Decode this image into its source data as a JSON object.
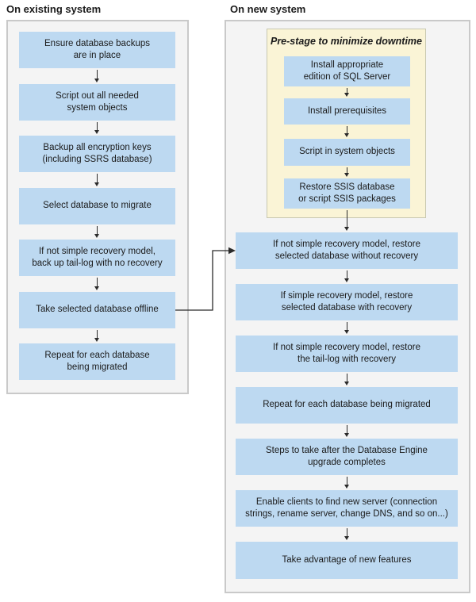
{
  "left": {
    "title": "On existing system",
    "boxes": [
      "Ensure database backups\nare in place",
      "Script out all needed\nsystem objects",
      "Backup all encryption keys\n(including SSRS database)",
      "Select database to migrate",
      "If not simple recovery model,\nback up tail-log with no recovery",
      "Take selected database offline",
      "Repeat for each database\nbeing migrated"
    ]
  },
  "right": {
    "title": "On new system",
    "prestage": {
      "title": "Pre-stage to minimize downtime",
      "boxes": [
        "Install appropriate\nedition of SQL Server",
        "Install prerequisites",
        "Script in system objects",
        "Restore SSIS database\nor script SSIS packages"
      ]
    },
    "boxes": [
      "If not simple recovery model, restore\nselected database without recovery",
      "If simple recovery model, restore\nselected database with recovery",
      "If not simple recovery model, restore\nthe tail-log with recovery",
      "Repeat for each database being migrated",
      "Steps to take after the Database Engine\nupgrade completes",
      "Enable clients to find new server (connection\nstrings, rename server, change DNS, and so on...)",
      "Take advantage of new features"
    ]
  },
  "colors": {
    "box_blue": "#bdd9f1",
    "prestage_yellow": "#faf4d6",
    "prestage_border": "#c8c8b0",
    "panel_gray": "#f4f4f4",
    "panel_border": "#c9c9c9",
    "arrow": "#2b2b2b",
    "text": "#1b1b1b"
  }
}
